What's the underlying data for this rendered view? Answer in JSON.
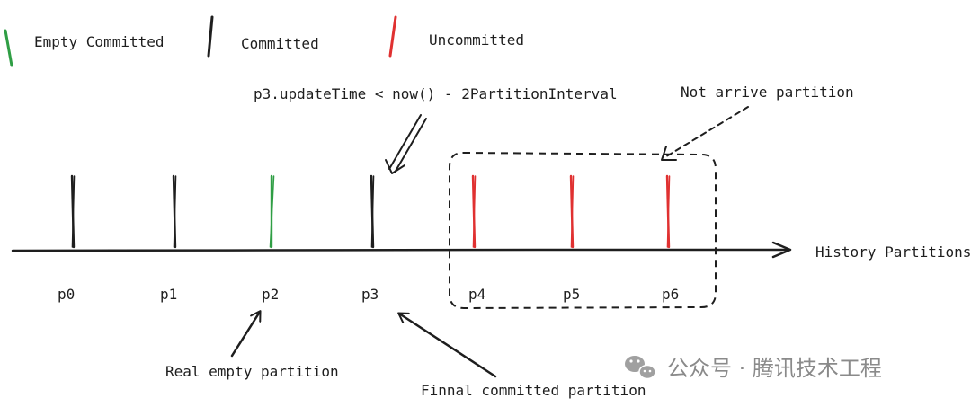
{
  "colors": {
    "ink": "#1e1e1e",
    "green": "#2f9e44",
    "red": "#e03131",
    "watermark": "#8a8a8a"
  },
  "legend": {
    "empty_committed": "Empty Committed",
    "committed": "Committed",
    "uncommitted": "Uncommitted"
  },
  "axis": {
    "label": "History Partitions"
  },
  "partitions": [
    {
      "label": "p0",
      "status": "committed"
    },
    {
      "label": "p1",
      "status": "committed"
    },
    {
      "label": "p2",
      "status": "empty-committed"
    },
    {
      "label": "p3",
      "status": "committed"
    },
    {
      "label": "p4",
      "status": "uncommitted"
    },
    {
      "label": "p5",
      "status": "uncommitted"
    },
    {
      "label": "p6",
      "status": "uncommitted"
    }
  ],
  "annotations": {
    "condition": "p3.updateTime < now() - 2PartitionInterval",
    "not_arrive": "Not arrive partition",
    "real_empty": "Real empty partition",
    "final_committed": "Finnal committed partition"
  },
  "watermark": {
    "text": "公众号 · 腾讯技术工程",
    "icon": "wechat-icon"
  }
}
